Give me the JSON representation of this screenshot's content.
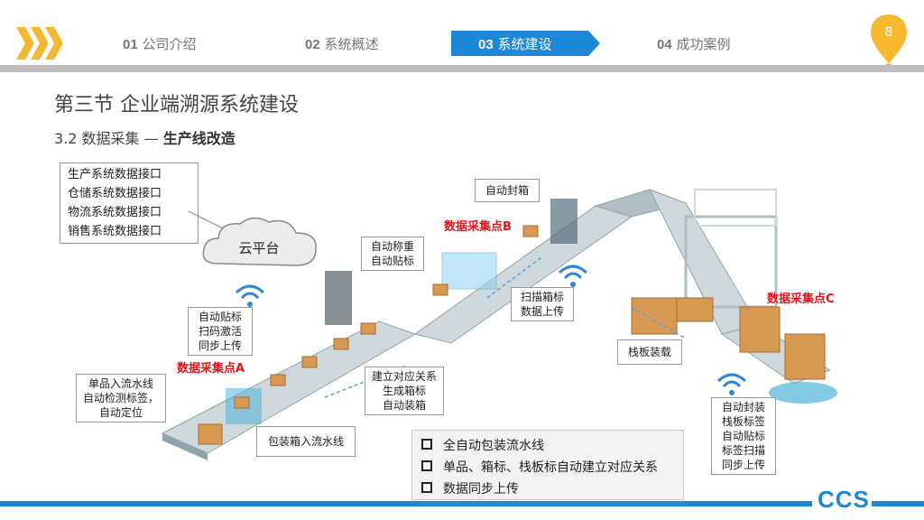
{
  "header": {
    "nav": [
      {
        "num": "01",
        "label": "公司介绍"
      },
      {
        "num": "02",
        "label": "系统概述"
      },
      {
        "num": "03",
        "label": "系统建设"
      },
      {
        "num": "04",
        "label": "成功案例"
      }
    ],
    "page_number": "8",
    "accent": "#1e88d8",
    "chevron_color": "#f5b82e"
  },
  "title": "第三节 企业端溯源系统建设",
  "subtitle": {
    "prefix": "3.2  数据采集 — ",
    "bold": "生产线改造"
  },
  "interfaces": [
    "生产系统数据接口",
    "仓储系统数据接口",
    "物流系统数据接口",
    "销售系统数据接口"
  ],
  "cloud_label": "云平台",
  "callouts": {
    "auto_seal": "自动封箱",
    "weigh_label": [
      "自动称重",
      "自动贴标"
    ],
    "label_scan": [
      "自动贴标",
      "扫码激活",
      "同步上传"
    ],
    "scan_upload": [
      "扫描箱标",
      "数据上传"
    ],
    "pallet_load": "栈板装载",
    "single_item": [
      "单品入流水线",
      "自动检测标签，",
      "自动定位"
    ],
    "build_relation": [
      "建立对应关系",
      "生成箱标",
      "自动装箱"
    ],
    "pack_in": "包装箱入流水线",
    "pallet_seal": [
      "自动封装",
      "栈板标签",
      "自动贴标",
      "标签扫描",
      "同步上传"
    ]
  },
  "collection_points": {
    "a": "数据采集点A",
    "b": "数据采集点B",
    "c": "数据采集点C"
  },
  "bullets": [
    "全自动包装流水线",
    "单品、箱标、栈板标自动建立对应关系",
    "数据同步上传"
  ],
  "footer_logo": "CCS"
}
